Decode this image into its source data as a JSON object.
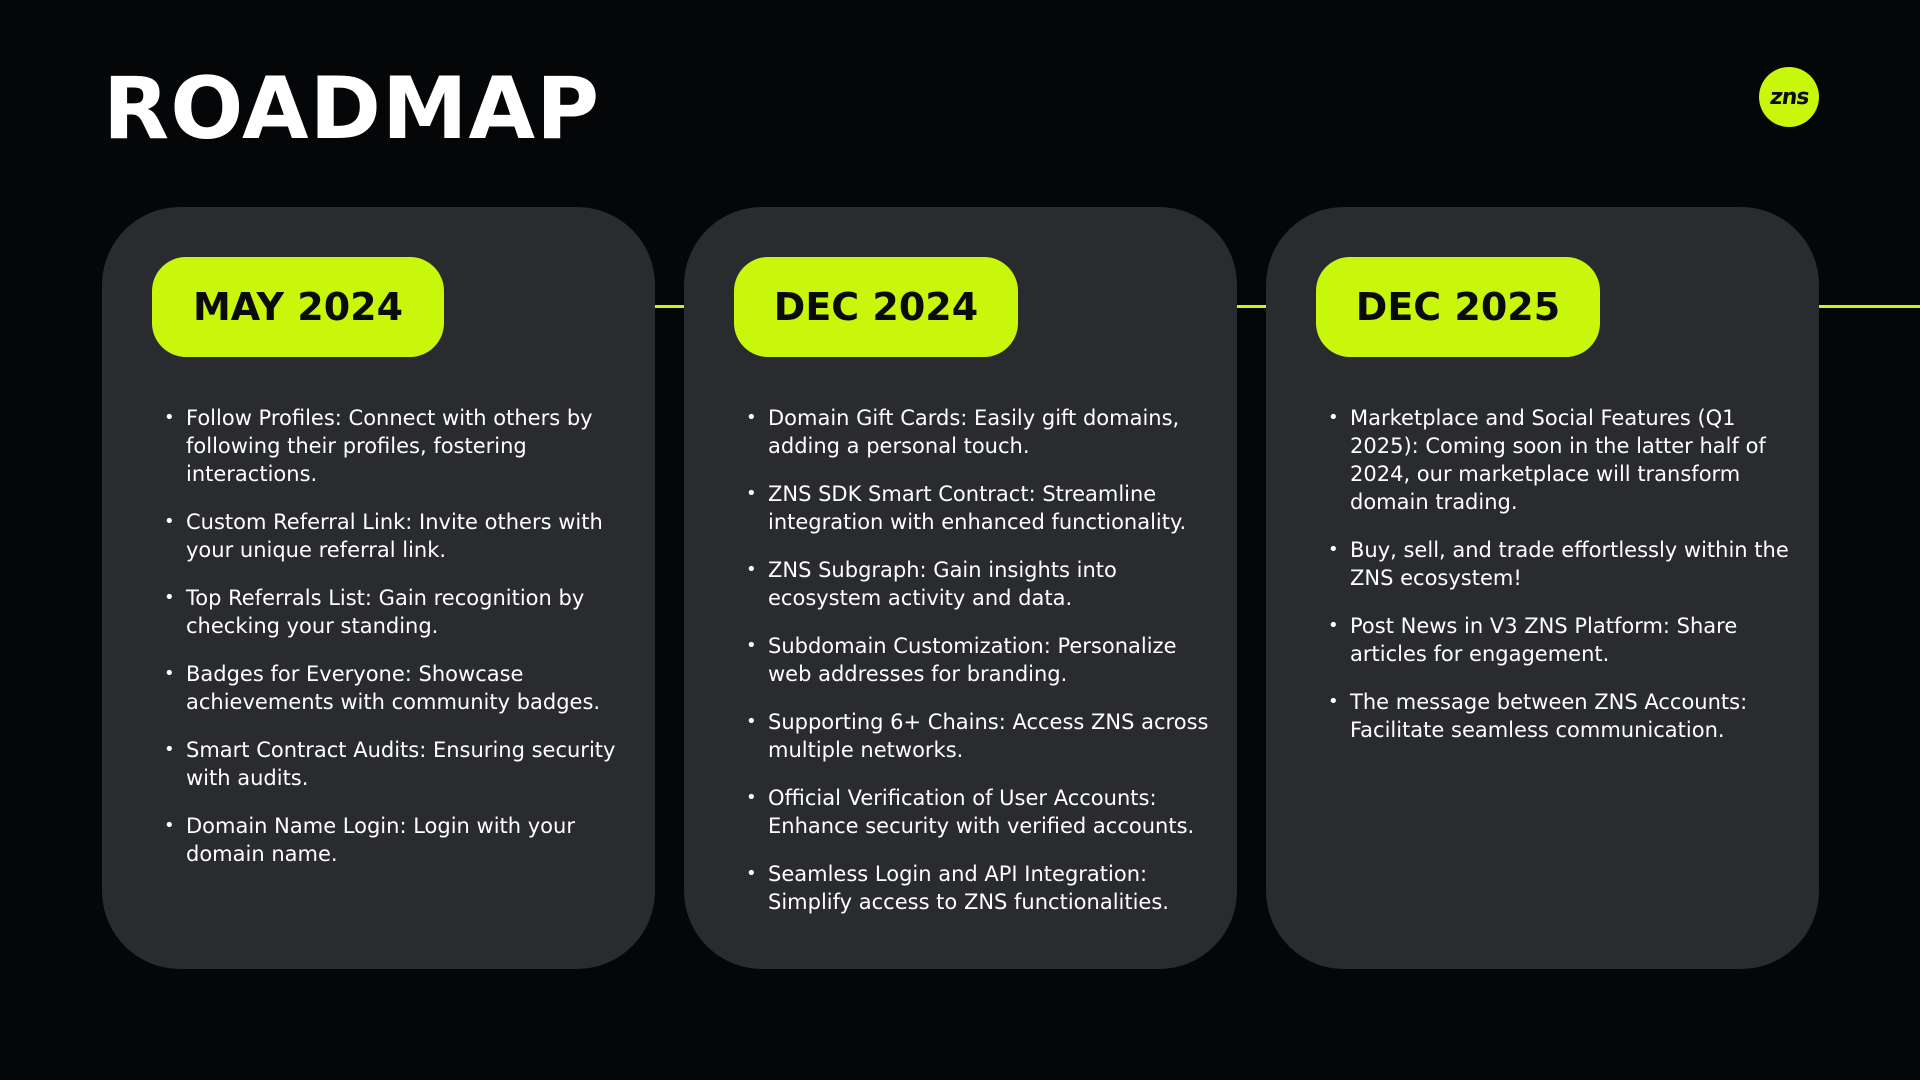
{
  "header": {
    "title": "ROADMAP",
    "logo_text": "zns"
  },
  "colors": {
    "background": "#050608",
    "card": "#2a2b2e",
    "accent": "#c8f70c",
    "text": "#ffffff"
  },
  "milestones": [
    {
      "date": "MAY 2024",
      "items": [
        "Follow Profiles: Connect with others by following their profiles, fostering interactions.",
        "Custom Referral Link: Invite others with your unique referral link.",
        "Top Referrals List: Gain recognition by checking your standing.",
        "Badges for Everyone: Showcase achievements with community badges.",
        "Smart Contract Audits: Ensuring security with audits.",
        "Domain Name Login: Login with your domain name."
      ]
    },
    {
      "date": "DEC 2024",
      "items": [
        "Domain Gift Cards: Easily gift domains, adding a personal touch.",
        "ZNS SDK Smart Contract: Streamline integration with enhanced functionality.",
        "ZNS Subgraph: Gain insights into ecosystem activity and data.",
        "Subdomain Customization: Personalize web addresses for branding.",
        "Supporting 6+ Chains: Access ZNS across multiple networks.",
        "Official Verification of User Accounts: Enhance security with verified accounts.",
        "Seamless Login and API Integration: Simplify access to ZNS functionalities."
      ]
    },
    {
      "date": "DEC 2025",
      "items": [
        "Marketplace and Social Features (Q1 2025): Coming soon in the latter half of 2024, our marketplace will transform domain trading.",
        "Buy, sell, and trade effortlessly within the ZNS ecosystem!",
        "Post News in V3 ZNS Platform: Share articles for engagement.",
        "The message between ZNS Accounts: Facilitate seamless communication."
      ]
    }
  ]
}
